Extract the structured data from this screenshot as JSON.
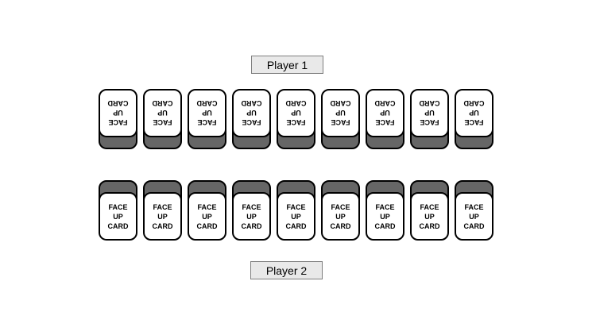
{
  "board": {
    "player1_label": "Player 1",
    "player2_label": "Player 2"
  },
  "card": {
    "face_text": "FACE\nUP\nCARD"
  },
  "rows": [
    {
      "owner": "Player 1",
      "card_count": 9,
      "orientation": "upside-down"
    },
    {
      "owner": "Player 2",
      "card_count": 9,
      "orientation": "upright"
    }
  ],
  "colors": {
    "background": "#ffffff",
    "card-face": "#ffffff",
    "card-back": "#666666",
    "card-border": "#000000",
    "label-bg": "#e9e9e9",
    "label-border": "#7f7f7f",
    "text": "#000000"
  }
}
